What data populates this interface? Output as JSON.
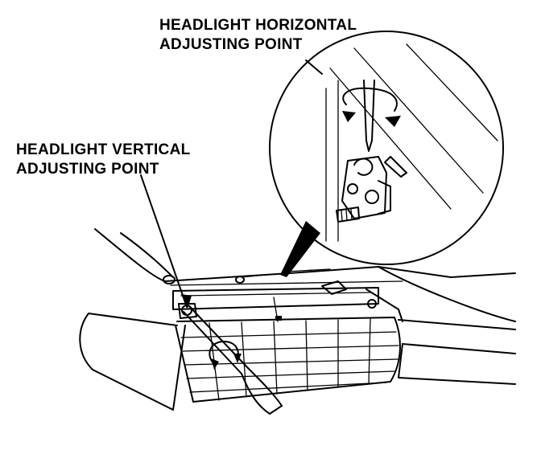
{
  "labels": {
    "horizontal_line1": "HEADLIGHT HORIZONTAL",
    "horizontal_line2": "ADJUSTING POINT",
    "vertical_line1": "HEADLIGHT VERTICAL",
    "vertical_line2": "ADJUSTING POINT"
  }
}
